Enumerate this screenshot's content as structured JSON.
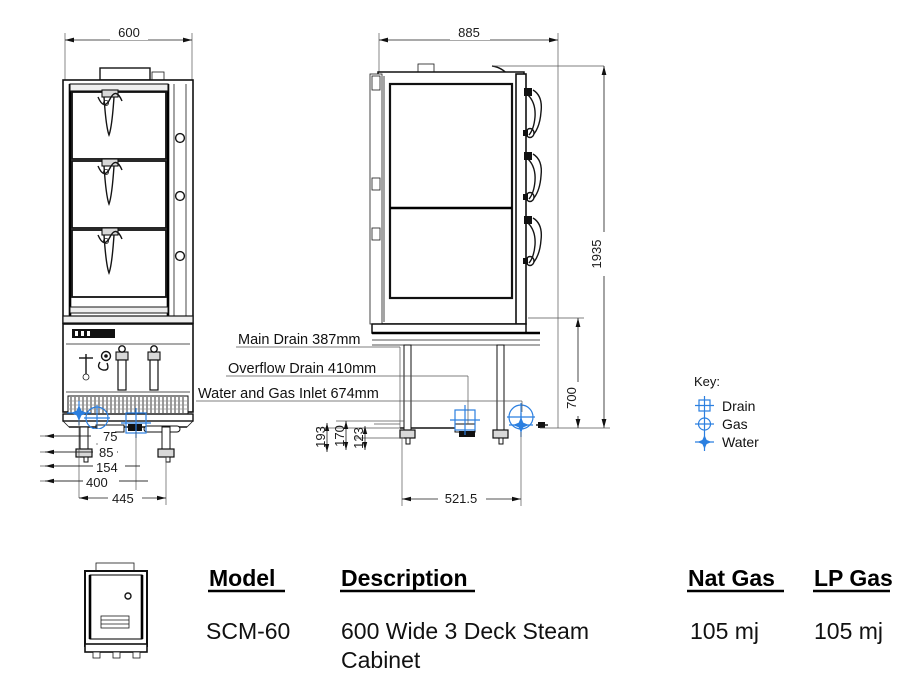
{
  "drawing": {
    "front_view": {
      "name": "front-elevation",
      "width_dim": "600",
      "bottom_dims": [
        "75",
        "85",
        "154",
        "400",
        "445"
      ]
    },
    "side_view": {
      "name": "side-elevation",
      "width_dim": "885",
      "height_dim": "1935",
      "base_height_dim": "700",
      "base_width_dim": "521.5",
      "leg_dims": [
        "193",
        "170",
        "123"
      ]
    },
    "callouts": [
      {
        "id": "main-drain",
        "label": "Main Drain 387mm"
      },
      {
        "id": "overflow-drain",
        "label": "Overflow Drain 410mm"
      },
      {
        "id": "water-gas",
        "label": "Water and Gas Inlet 674mm"
      }
    ]
  },
  "key": {
    "title": "Key:",
    "items": [
      {
        "icon": "drain-symbol",
        "label": "Drain",
        "color": "#2b7fe0"
      },
      {
        "icon": "gas-symbol",
        "label": "Gas",
        "color": "#2b7fe0"
      },
      {
        "icon": "water-symbol",
        "label": "Water",
        "color": "#2b7fe0"
      }
    ]
  },
  "spec_table": {
    "headers": [
      "Model",
      "Description",
      "Nat Gas",
      "LP Gas"
    ],
    "rows": [
      {
        "model": "SCM-60",
        "description_line1": "600 Wide 3 Deck Steam",
        "description_line2": "Cabinet",
        "nat_gas": "105 mj",
        "lp_gas": "105 mj"
      }
    ]
  }
}
